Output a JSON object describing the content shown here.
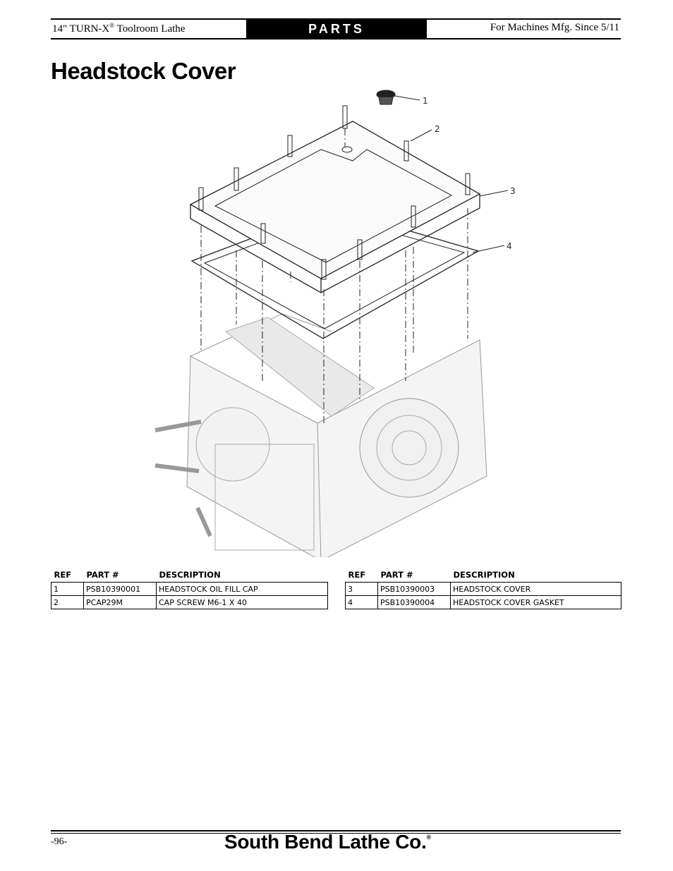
{
  "header": {
    "left_title": "14\" TURN-X",
    "left_reg": "®",
    "left_title_suffix": " Toolroom Lathe",
    "section": "PARTS",
    "right_text": "For Machines Mfg. Since 5/11"
  },
  "page_title": "Headstock Cover",
  "diagram": {
    "callouts": [
      "1",
      "2",
      "3",
      "4"
    ]
  },
  "parts_table": {
    "columns": [
      "REF",
      "PART #",
      "DESCRIPTION"
    ],
    "left_rows": [
      {
        "ref": "1",
        "part": "PSB10390001",
        "description": "HEADSTOCK OIL FILL CAP"
      },
      {
        "ref": "2",
        "part": "PCAP29M",
        "description": "CAP SCREW M6-1 X 40"
      }
    ],
    "right_rows": [
      {
        "ref": "3",
        "part": "PSB10390003",
        "description": "HEADSTOCK COVER"
      },
      {
        "ref": "4",
        "part": "PSB10390004",
        "description": "HEADSTOCK COVER GASKET"
      }
    ]
  },
  "footer": {
    "page_number": "-96-",
    "brand": "South Bend Lathe Co.",
    "brand_reg": "®"
  }
}
